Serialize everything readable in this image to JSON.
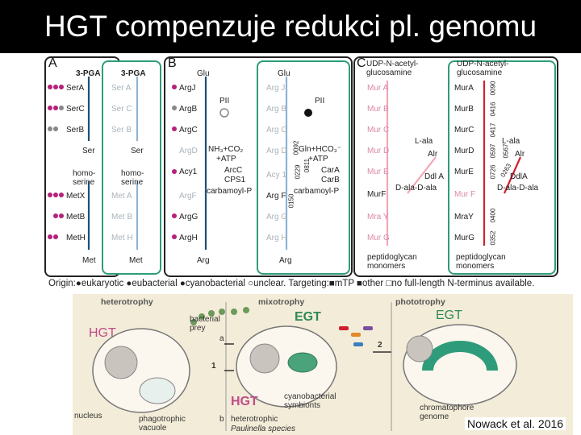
{
  "title": "HGT compenzuje redukci pl. genomu",
  "panelA": {
    "label": "A",
    "col1": [
      "3-PGA",
      "SerA",
      "SerC",
      "SerB",
      "Ser",
      "homo-serine",
      "MetX",
      "MetB",
      "MetH",
      "Met"
    ],
    "col2": [
      "3-PGA",
      "Ser A",
      "Ser C",
      "Ser B",
      "Ser",
      "homo-serine",
      "Met A",
      "Met B",
      "Met H",
      "Met"
    ]
  },
  "panelB": {
    "label": "B",
    "col1": [
      "Glu",
      "ArgJ",
      "ArgB",
      "ArgC",
      "ArgD",
      "Acy1",
      "ArgF",
      "ArgG",
      "ArgH",
      "Arg"
    ],
    "col1_mid": [
      "PII",
      "NH₃+CO₂",
      "+ATP",
      "ArcC",
      "CPS1",
      "carbamoyl-P"
    ],
    "col2": [
      "Glu",
      "Arg J",
      "Arg B",
      "Arg C",
      "Arg D",
      "Acy 1",
      "Arg F",
      "Arg G",
      "Arg H",
      "Arg"
    ],
    "col2_mid": [
      "PII",
      "Gln+HCO₃⁻",
      "+ATP",
      "CarA",
      "CarB",
      "carbamoyl-P"
    ],
    "ids": [
      "0092",
      "0811",
      "0229",
      "0150"
    ]
  },
  "panelC": {
    "label": "C",
    "col1": [
      "UDP-N-acetyl-glucosamine",
      "Mur A",
      "Mur B",
      "Mur C",
      "Mur D",
      "Mur E",
      "MurF",
      "Mra Y",
      "Mur G",
      "peptidoglycan monomers"
    ],
    "col1_side": [
      "L-ala",
      "Alr",
      "Ddl A",
      "D-ala-D-ala"
    ],
    "col2": [
      "UDP-N-acetyl-glucosamine",
      "MurA",
      "MurB",
      "MurC",
      "MurD",
      "MurE",
      "Mur F",
      "MraY",
      "MurG",
      "peptidoglycan monomers"
    ],
    "col2_side": [
      "L-ala",
      "Alr",
      "DdlA",
      "D-ala-D-ala"
    ],
    "ids": [
      "0090",
      "0416",
      "0417",
      "0597",
      "0567",
      "0726",
      "0263",
      "0400",
      "0352"
    ]
  },
  "legend": "Origin:●eukaryotic ●eubacterial ●cyanobacterial ○unclear. Targeting:■mTP ■other □no full-length N-terminus available.",
  "bottom": {
    "heterotrophy": "heterotrophy",
    "mixotrophy": "mixotrophy",
    "phototrophy": "phototrophy",
    "hgt_left": "HGT",
    "hgt_bottom": "HGT",
    "egt_mid": "EGT",
    "egt_right": "EGT",
    "bacterial_prey": "bacterial prey",
    "nucleus": "nucleus",
    "phagotrophic_vacuole": "phagotrophic vacuole",
    "cyano_symbionts": "cyanobacterial symbionts",
    "heterotrophic": "heterotrophic",
    "paulinella": "Paulinella species",
    "chromatophore": "chromatophore genome",
    "step_a": "a",
    "step_b": "b",
    "step_1": "1",
    "step_2": "2"
  },
  "citation": "Nowack et al. 2016",
  "colors": {
    "dark_arrow": "#1f4e79",
    "light_arrow": "#8fb3d4",
    "red_arrow": "#d0202e",
    "pink_arrow": "#f0a7b6",
    "teal_border": "#2e9c7a",
    "beige": "#f3ecd8"
  }
}
